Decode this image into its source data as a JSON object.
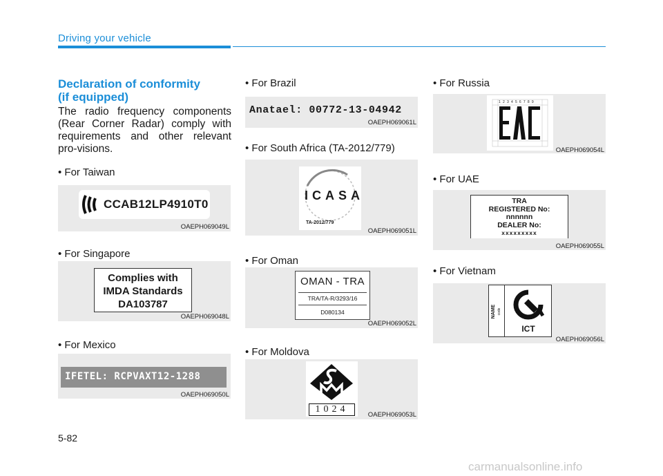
{
  "header": {
    "title": "Driving your vehicle"
  },
  "section": {
    "title_line1": "Declaration of conformity",
    "title_line2": "(if equipped)",
    "body": "The radio frequency components (Rear Corner Radar) comply with requirements and other relevant pro-visions."
  },
  "labels": {
    "taiwan": {
      "heading": "• For Taiwan",
      "text": "CCAB12LP4910T0",
      "code": "OAEPH069049L"
    },
    "singapore": {
      "heading": "• For Singapore",
      "line1": "Complies with",
      "line2": "IMDA Standards",
      "line3": "DA103787",
      "code": "OAEPH069048L"
    },
    "mexico": {
      "heading": "• For Mexico",
      "text": "IFETEL: RCPVAXT12-1288",
      "code": "OAEPH069050L"
    },
    "brazil": {
      "heading": "• For Brazil",
      "text": "Anatael: 00772-13-04942",
      "code": "OAEPH069061L"
    },
    "south_africa": {
      "heading": "• For South Africa (TA-2012/779)",
      "logo_text": "ICASA",
      "logo_sub": "TA-2012/779",
      "code": "OAEPH069051L"
    },
    "oman": {
      "heading": "• For Oman",
      "title": "OMAN - TRA",
      "line1": "TRA/TA-R/3293/16",
      "line2": "D080134",
      "code": "OAEPH069052L"
    },
    "moldova": {
      "heading": "• For Moldova",
      "number": "1024",
      "code": "OAEPH069053L"
    },
    "russia": {
      "heading": "• For Russia",
      "logo": "EAC",
      "grid_numbers": [
        "1",
        "2",
        "3",
        "4",
        "5",
        "6",
        "7",
        "8",
        "9"
      ],
      "code": "OAEPH069054L"
    },
    "uae": {
      "heading": "• For UAE",
      "line1": "TRA",
      "line2": "REGISTERED No:",
      "line3": "nnnnnn",
      "line4": "DEALER No:",
      "line5": "xxxxxxxxx",
      "code": "OAEPH069055L"
    },
    "vietnam": {
      "heading": "• For Vietnam",
      "name": "NAME",
      "code_small": "code",
      "ict": "ICT",
      "code": "OAEPH069056L"
    }
  },
  "page_number": "5-82",
  "watermark": "carmanualsonline.info"
}
